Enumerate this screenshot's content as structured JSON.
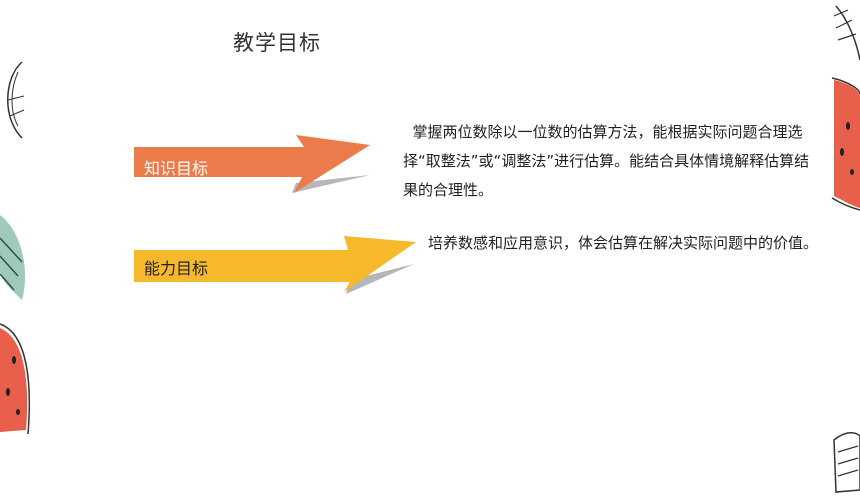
{
  "slide": {
    "title": "教学目标",
    "goals": [
      {
        "label": "知识目标",
        "color": "#EC7B4B",
        "description": "  掌握两位数除以一位数的估算方法，能根据实际问题合理选择“取整法”或“调整法”进行估算。能结合具体情境解释估算结果的合理性。"
      },
      {
        "label": "能力目标",
        "color": "#F6B92B",
        "description": "培养数感和应用意识，体会估算在解决实际问题中的价值。"
      }
    ]
  },
  "decorations": {
    "watermelon_color": "#E8604C",
    "leaf_color": "#9FC9B8",
    "outline_color": "#333333"
  }
}
